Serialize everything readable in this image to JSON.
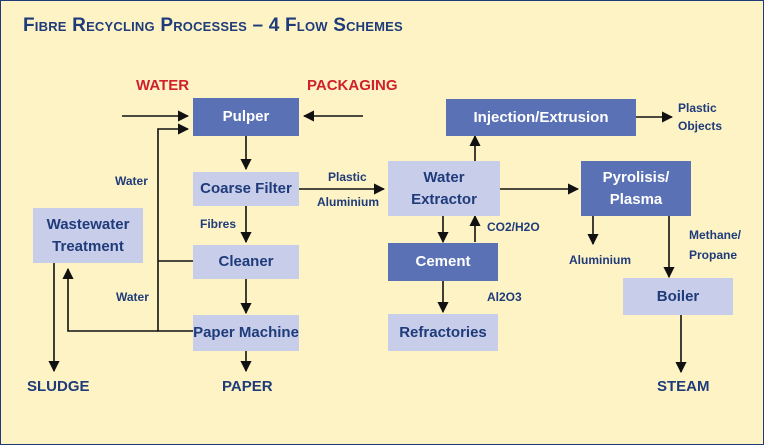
{
  "title": "Fibre Recycling Processes – 4 Flow Schemes",
  "colors": {
    "dark_box": "#5b71b6",
    "light_box": "#c8cdea",
    "text": "#1f3b7a",
    "input_red": "#d0202e",
    "background": "#fdf3c5"
  },
  "nodes": {
    "pulper": "Pulper",
    "coarse_filter": "Coarse Filter",
    "cleaner": "Cleaner",
    "paper_machine": "Paper Machine",
    "wastewater_treatment": "Wastewater\nTreatment",
    "water_extractor": "Water\nExtractor",
    "injection_extrusion": "Injection/Extrusion",
    "cement": "Cement",
    "refractories": "Refractories",
    "pyrolisis_plasma": "Pyrolisis/\nPlasma",
    "boiler": "Boiler"
  },
  "inputs": {
    "water": "WATER",
    "packaging": "PACKAGING"
  },
  "outputs": {
    "sludge": "SLUDGE",
    "paper": "PAPER",
    "steam": "STEAM",
    "plastic_objects": "Plastic\nObjects"
  },
  "labels": {
    "water_upper": "Water",
    "water_lower": "Water",
    "fibres": "Fibres",
    "plastic": "Plastic",
    "aluminium_flow": "Aluminium",
    "co2_h2o": "CO2/H2O",
    "al2o3": "Al2O3",
    "aluminium_out": "Aluminium",
    "methane_propane": "Methane/\nPropane"
  }
}
